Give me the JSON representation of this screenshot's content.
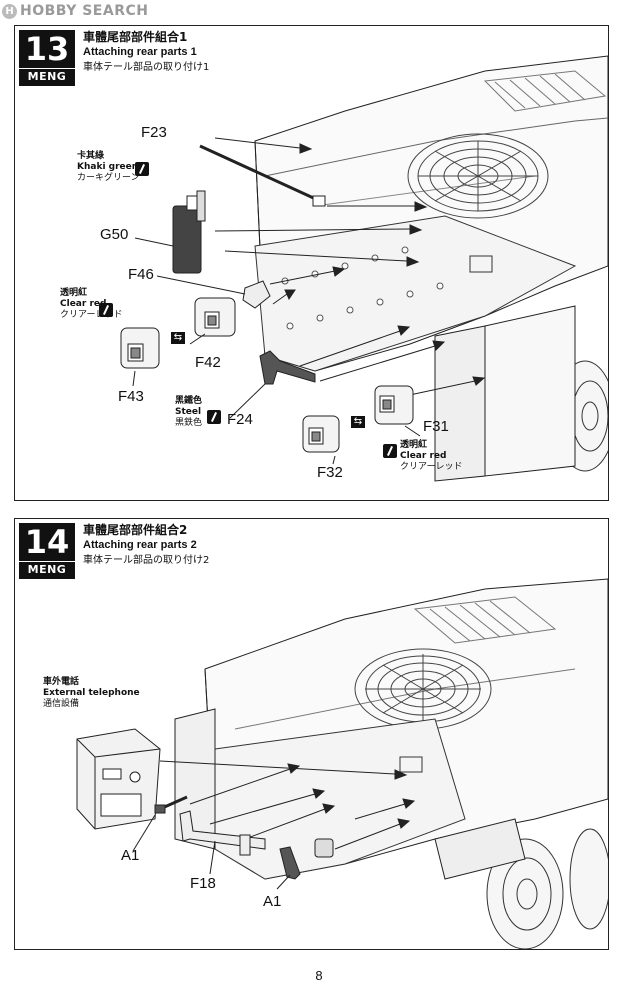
{
  "watermark": {
    "mark": "H",
    "text": "HOBBY SEARCH"
  },
  "steps": [
    {
      "number": "13",
      "brand": "MENG",
      "title_cn": "車體尾部部件組合1",
      "title_en": "Attaching rear parts 1",
      "title_jp": "車体テール部品の取り付け1",
      "parts": [
        "F23",
        "G50",
        "F46",
        "F42",
        "F43",
        "F24",
        "F31",
        "F32"
      ],
      "colors": [
        {
          "cn": "卡其綠",
          "en": "Khaki green",
          "jp": "カーキグリーン"
        },
        {
          "cn": "透明紅",
          "en": "Clear red",
          "jp": "クリアーレッド"
        },
        {
          "cn": "黑鐵色",
          "en": "Steel",
          "jp": "黒鉄色"
        },
        {
          "cn": "透明紅",
          "en": "Clear red",
          "jp": "クリアーレッド"
        }
      ]
    },
    {
      "number": "14",
      "brand": "MENG",
      "title_cn": "車體尾部部件組合2",
      "title_en": "Attaching rear parts 2",
      "title_jp": "車体テール部品の取り付け2",
      "parts": [
        "A1",
        "F18",
        "A1"
      ],
      "callout": {
        "cn": "車外電話",
        "en": "External telephone",
        "jp": "通信設備"
      }
    }
  ],
  "page_number": "8"
}
